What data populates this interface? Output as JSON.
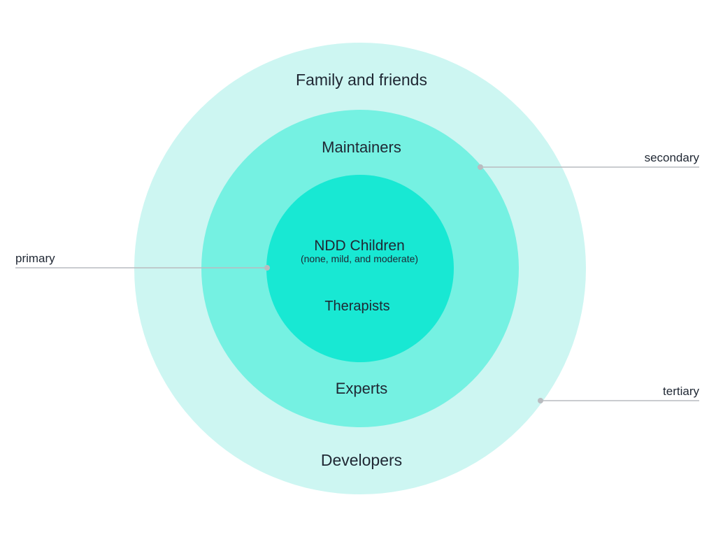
{
  "rings": {
    "outer": {
      "color": "#cdf6f2",
      "top_label": "Family and friends",
      "bottom_label": "Developers"
    },
    "middle": {
      "color": "#75f1e2",
      "top_label": "Maintainers",
      "bottom_label": "Experts"
    },
    "inner": {
      "color": "#18e8d3",
      "title": "NDD Children",
      "subtitle": "(none, mild, and moderate)",
      "bottom_label": "Therapists"
    }
  },
  "tiers": {
    "primary": "primary",
    "secondary": "secondary",
    "tertiary": "tertiary"
  },
  "colors": {
    "leader_line": "#b9bcc0",
    "text": "#1f2733"
  }
}
